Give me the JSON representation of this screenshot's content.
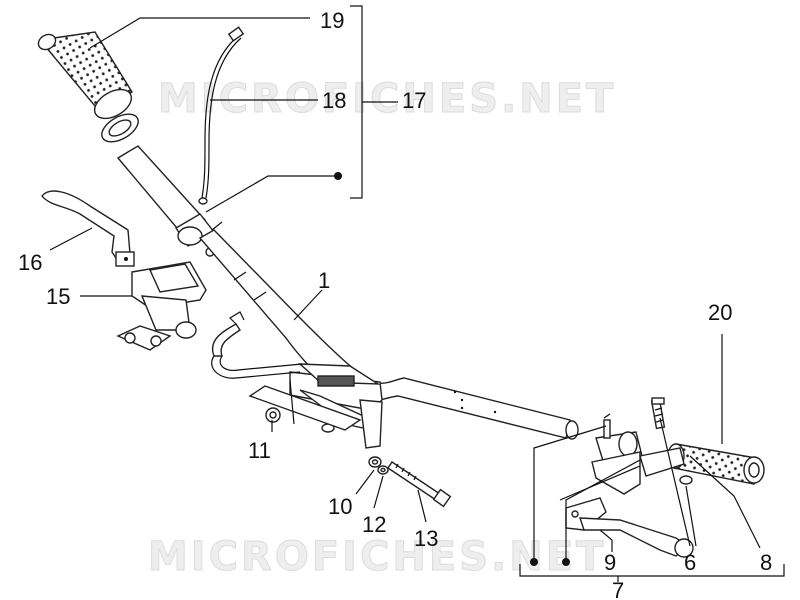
{
  "watermarks": [
    "MICROFICHES.NET",
    "MICROFICHES.NET"
  ],
  "callouts": {
    "c1": "1",
    "c6": "6",
    "c7": "7",
    "c8": "8",
    "c9": "9",
    "c10": "10",
    "c11": "11",
    "c12": "12",
    "c13": "13",
    "c15": "15",
    "c16": "16",
    "c17": "17",
    "c18": "18",
    "c19": "19",
    "c20": "20"
  }
}
